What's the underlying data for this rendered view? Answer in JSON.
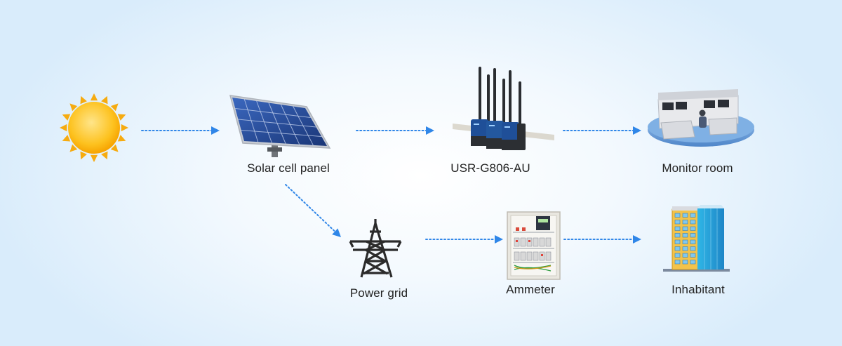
{
  "nodes": {
    "sun": {
      "icon": "sun-icon"
    },
    "solar_panel": {
      "label": "Solar cell panel",
      "icon": "solar-panel-icon"
    },
    "router": {
      "label": "USR-G806-AU",
      "icon": "router-icon"
    },
    "monitor_room": {
      "label": "Monitor room",
      "icon": "control-room-icon"
    },
    "power_grid": {
      "label": "Power grid",
      "icon": "transmission-tower-icon"
    },
    "ammeter": {
      "label": "Ammeter",
      "icon": "electrical-cabinet-icon"
    },
    "inhabitant": {
      "label": "Inhabitant",
      "icon": "building-icon"
    }
  },
  "edges": [
    {
      "from": "sun",
      "to": "solar_panel"
    },
    {
      "from": "solar_panel",
      "to": "router"
    },
    {
      "from": "router",
      "to": "monitor_room"
    },
    {
      "from": "solar_panel",
      "to": "power_grid"
    },
    {
      "from": "power_grid",
      "to": "ammeter"
    },
    {
      "from": "ammeter",
      "to": "inhabitant"
    }
  ],
  "colors": {
    "arrow": "#2f86e8",
    "sun": "#fbb71a",
    "panel": "#244a94",
    "tower": "#2b2b2b"
  }
}
